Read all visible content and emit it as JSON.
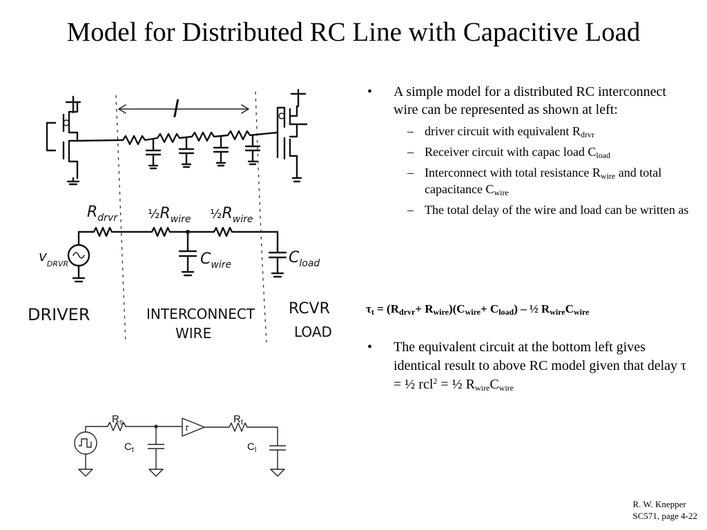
{
  "title": "Model for Distributed RC Line with Capacitive Load",
  "bullets": {
    "b1": "A simple model for a distributed RC interconnect wire can be represented as shown at left:",
    "s1_text": "driver circuit with equivalent R",
    "s1_sub": "drvr",
    "s2_text": "Receiver circuit with capac load C",
    "s2_sub": "load",
    "s3_text_a": "Interconnect with total resistance R",
    "s3_sub_a": "wire",
    "s3_text_b": " and total capacitance C",
    "s3_sub_b": "wire",
    "s4_text": "The total delay of the wire and load can be written as"
  },
  "equation": {
    "tau": "τ",
    "tau_sub": "t",
    "p1": " = (R",
    "sub1": "drvr",
    "p2": "+ R",
    "sub2": "wire",
    "p3": ")(C",
    "sub3": "wire",
    "p4": "+ C",
    "sub4": "load",
    "p5": ") – ½ R",
    "sub5": "wire",
    "p6": "C",
    "sub6": "wire"
  },
  "bullet2": {
    "text": "The equivalent circuit at the bottom left gives identical result to above RC model given that delay τ = ½ rcl",
    "sup": "2",
    "text2": " = ½ R",
    "sub1": "wire",
    "text3": "C",
    "sub2": "wire"
  },
  "footer": {
    "line1": "R. W. Knepper",
    "line2": "SC571,  page 4-22"
  },
  "sketch_labels": {
    "length": "l",
    "rdrvr_r": "R",
    "rdrvr_sub": "drvr",
    "half": "½",
    "rwire_r": "R",
    "rwire_sub": "wire",
    "vsrc_v": "v",
    "vsrc_sub": "DRVR",
    "cwire_c": "C",
    "cwire_sub": "wire",
    "cload_c": "C",
    "cload_sub": "load",
    "driver": "DRIVER",
    "interconnect_1": "INTERCONNECT",
    "interconnect_2": "WIRE",
    "rcvr_1": "RCVR",
    "rcvr_2": "LOAD"
  },
  "equiv_labels": {
    "rs_r": "R",
    "rs_sub": "s",
    "ct_c": "C",
    "ct_sub": "t",
    "tau": "τ",
    "rt_r": "R",
    "rt_sub": "t",
    "cl_c": "C",
    "cl_sub": "l"
  }
}
